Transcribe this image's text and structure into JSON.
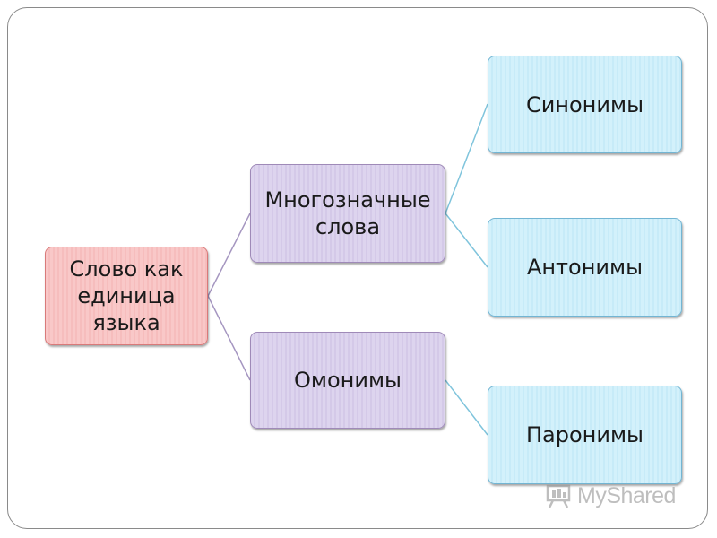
{
  "diagram": {
    "root": {
      "label": "Слово как\nединица\nязыка"
    },
    "branches": [
      {
        "label": "Многозначные\nслова"
      },
      {
        "label": "Омонимы"
      }
    ],
    "leaves": [
      {
        "label": "Синонимы"
      },
      {
        "label": "Антонимы"
      },
      {
        "label": "Паронимы"
      }
    ]
  },
  "watermark": {
    "text": "MyShared",
    "icon": "presentation-board-icon"
  },
  "colors": {
    "root_fill": "#f9c8c8",
    "branch_fill": "#ddd4ee",
    "leaf_fill": "#d3f1fb",
    "connector_purple": "#a596c0",
    "connector_blue": "#7fc4dc"
  }
}
